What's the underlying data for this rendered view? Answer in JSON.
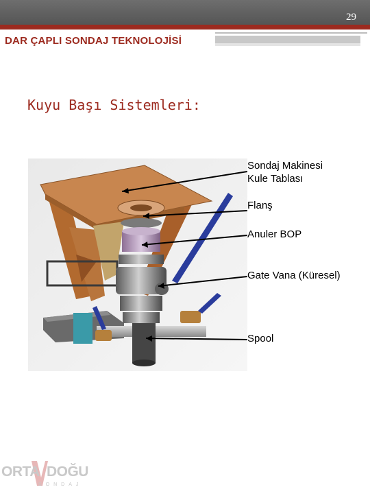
{
  "slide": {
    "page_number": "29",
    "header_title": "DAR ÇAPLI SONDAJ TEKNOLOJİSİ",
    "section_title": "Kuyu Başı Sistemleri:"
  },
  "figure": {
    "callouts": [
      {
        "line1": "Sondaj Makinesi",
        "line2": "Kule Tablası"
      },
      {
        "line1": "Flanş"
      },
      {
        "line1": "Anuler BOP"
      },
      {
        "line1": "Gate Vana (Küresel)"
      },
      {
        "line1": "Spool"
      }
    ]
  },
  "logo": {
    "name_left": "ORTA",
    "name_right": "DOĞU",
    "subtitle": "SONDAJ"
  },
  "colors": {
    "accent": "#9c2a1f",
    "header_bar": "#5f5f5f",
    "deco_grey": "#c8c8c8",
    "logo_grey": "#c9c9c9"
  }
}
